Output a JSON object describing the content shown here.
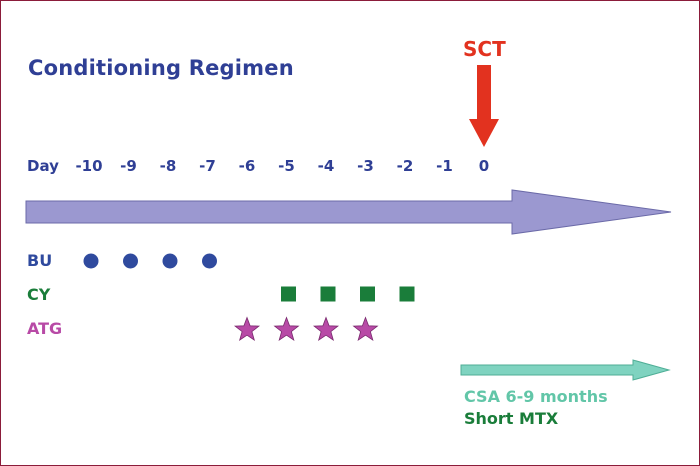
{
  "title": "Conditioning Regimen",
  "event": {
    "label": "SCT",
    "day": 0
  },
  "day_axis": {
    "label": "Day",
    "ticks": [
      "-10",
      "-9",
      "-8",
      "-7",
      "-6",
      "-5",
      "-4",
      "-3",
      "-2",
      "-1",
      "0"
    ]
  },
  "drugs": [
    {
      "label": "BU",
      "marker": "circle",
      "days": [
        -10,
        -9,
        -8,
        -7
      ],
      "color": "#2f4a9e"
    },
    {
      "label": "CY",
      "marker": "square",
      "days": [
        -5,
        -4,
        -3,
        -2
      ],
      "color": "#1a7d3a"
    },
    {
      "label": "ATG",
      "marker": "star",
      "days": [
        -6,
        -5,
        -4,
        -3
      ],
      "color": "#b84aa6"
    }
  ],
  "post_transplant": {
    "items": [
      {
        "label": "CSA 6-9 months",
        "color": "#62c6a8"
      },
      {
        "label": "Short MTX",
        "color": "#1a7d3a"
      }
    ]
  },
  "colors": {
    "frame": "#8b1c3a",
    "title": "#2f3f95",
    "timeline_arrow": "#9b98d0",
    "sct_arrow": "#e2321f",
    "csa_arrow": "#7fd3c0"
  }
}
